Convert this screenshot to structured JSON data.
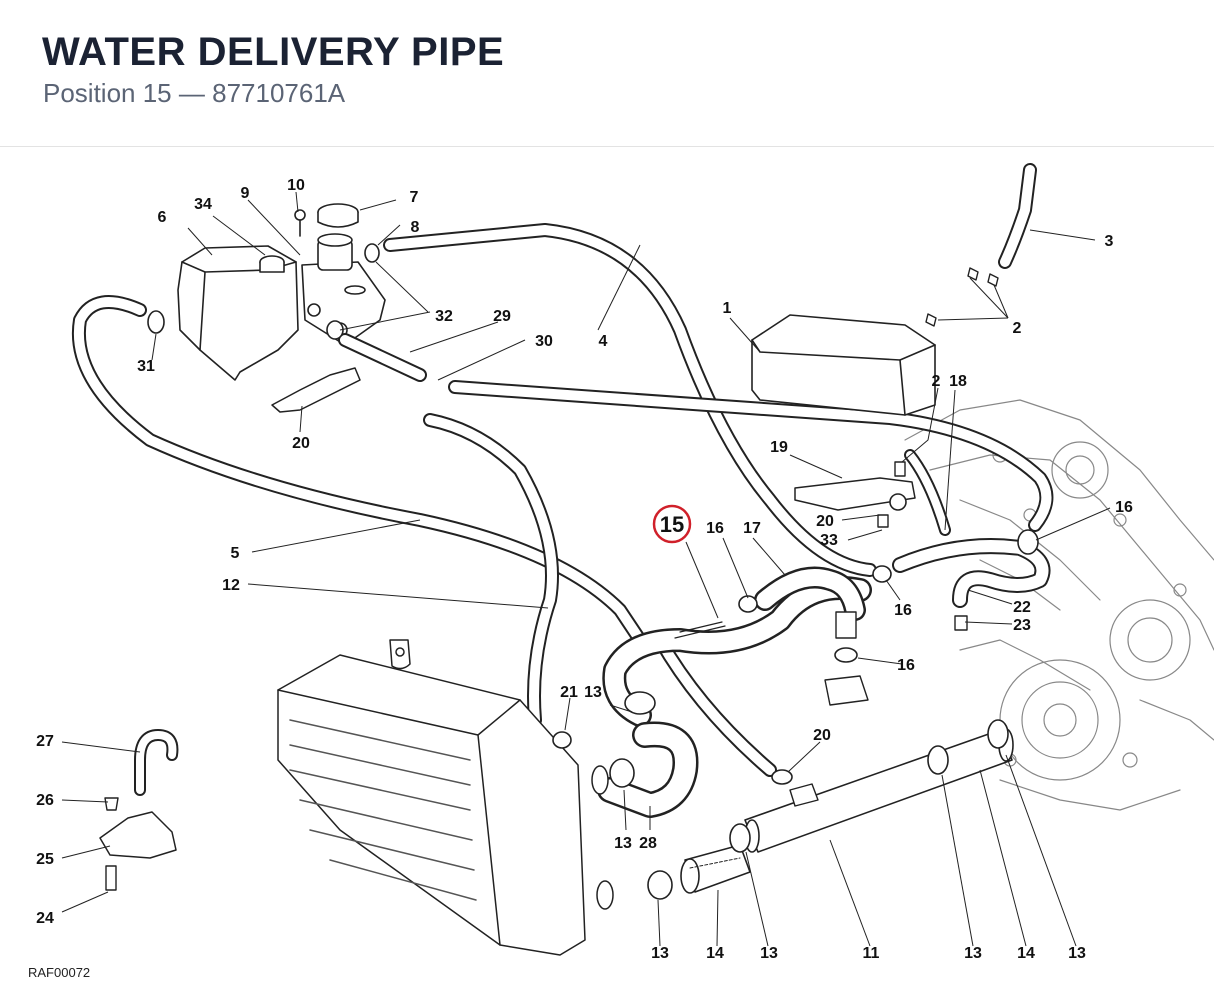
{
  "header": {
    "title": "WATER DELIVERY PIPE",
    "subtitle_position": "Position 15",
    "subtitle_sep": " — ",
    "subtitle_part": "87710761A"
  },
  "diagram": {
    "highlight_color": "#d0202a",
    "highlight_label": "15",
    "drawing_code": "RAF00072",
    "callouts": [
      "1",
      "2",
      "2",
      "3",
      "4",
      "5",
      "6",
      "7",
      "8",
      "9",
      "10",
      "11",
      "12",
      "13",
      "13",
      "13",
      "13",
      "13",
      "13",
      "14",
      "14",
      "16",
      "16",
      "16",
      "16",
      "17",
      "18",
      "19",
      "20",
      "20",
      "20",
      "21",
      "22",
      "23",
      "24",
      "25",
      "26",
      "27",
      "28",
      "29",
      "30",
      "31",
      "32",
      "33",
      "34"
    ]
  }
}
